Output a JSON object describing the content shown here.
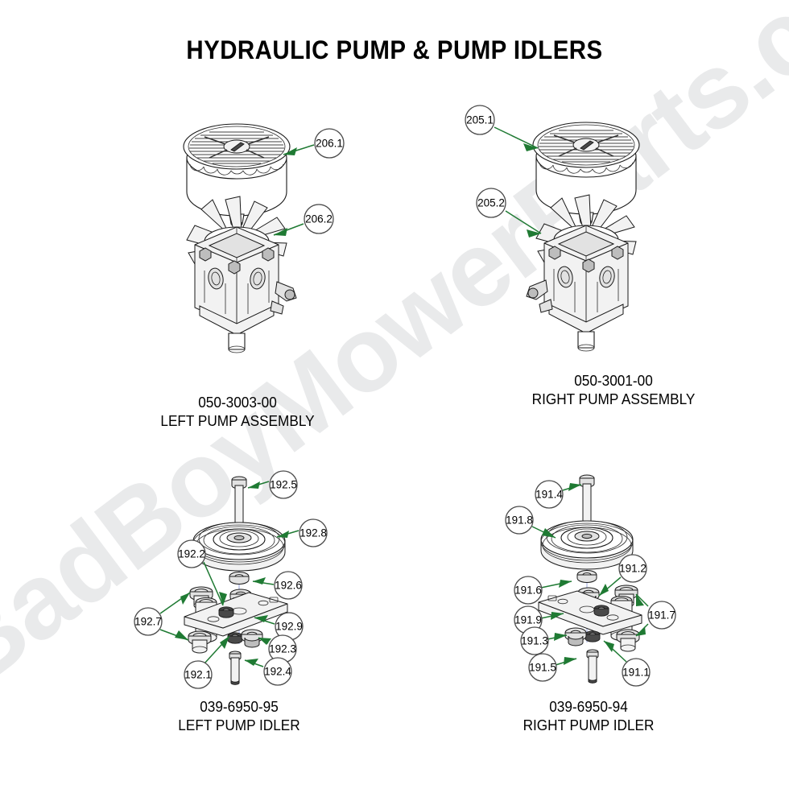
{
  "page": {
    "title": "HYDRAULIC PUMP & PUMP IDLERS",
    "background_color": "#ffffff",
    "accent_color": "#1f7a33",
    "watermark_color": "#e9eaeb",
    "axis_color": "#9aa6dd"
  },
  "watermark": {
    "text": "BadBoyMowerParts.com"
  },
  "assemblies": [
    {
      "id": "left-pump-assembly",
      "part_number": "050-3003-00",
      "description": "LEFT PUMP ASSEMBLY",
      "callouts": [
        {
          "label": "206.1",
          "target": "fan-shroud-screen"
        },
        {
          "label": "206.2",
          "target": "cooling-fan"
        }
      ]
    },
    {
      "id": "right-pump-assembly",
      "part_number": "050-3001-00",
      "description": "RIGHT PUMP ASSEMBLY",
      "callouts": [
        {
          "label": "205.1",
          "target": "fan-shroud-screen"
        },
        {
          "label": "205.2",
          "target": "cooling-fan"
        }
      ]
    },
    {
      "id": "left-pump-idler",
      "part_number": "039-6950-95",
      "description": "LEFT PUMP IDLER",
      "callouts": [
        {
          "label": "192.5",
          "target": "idler-bolt-upper"
        },
        {
          "label": "192.8",
          "target": "idler-pulley"
        },
        {
          "label": "192.2",
          "target": "washer-upper"
        },
        {
          "label": "192.6",
          "target": "bearing-spacer"
        },
        {
          "label": "192.7",
          "target": "bushing-pair"
        },
        {
          "label": "192.9",
          "target": "idler-arm-bracket"
        },
        {
          "label": "192.3",
          "target": "lock-nut"
        },
        {
          "label": "192.1",
          "target": "flange-nut"
        },
        {
          "label": "192.4",
          "target": "idler-bolt-lower"
        }
      ]
    },
    {
      "id": "right-pump-idler",
      "part_number": "039-6950-94",
      "description": "RIGHT PUMP IDLER",
      "callouts": [
        {
          "label": "191.4",
          "target": "idler-bolt-upper"
        },
        {
          "label": "191.8",
          "target": "idler-pulley"
        },
        {
          "label": "191.2",
          "target": "washer-upper"
        },
        {
          "label": "191.6",
          "target": "bearing-spacer"
        },
        {
          "label": "191.9",
          "target": "idler-arm-bracket"
        },
        {
          "label": "191.7",
          "target": "bushing-pair"
        },
        {
          "label": "191.3",
          "target": "lock-nut"
        },
        {
          "label": "191.5",
          "target": "idler-bolt-lower"
        },
        {
          "label": "191.1",
          "target": "flange-nut"
        }
      ]
    }
  ]
}
